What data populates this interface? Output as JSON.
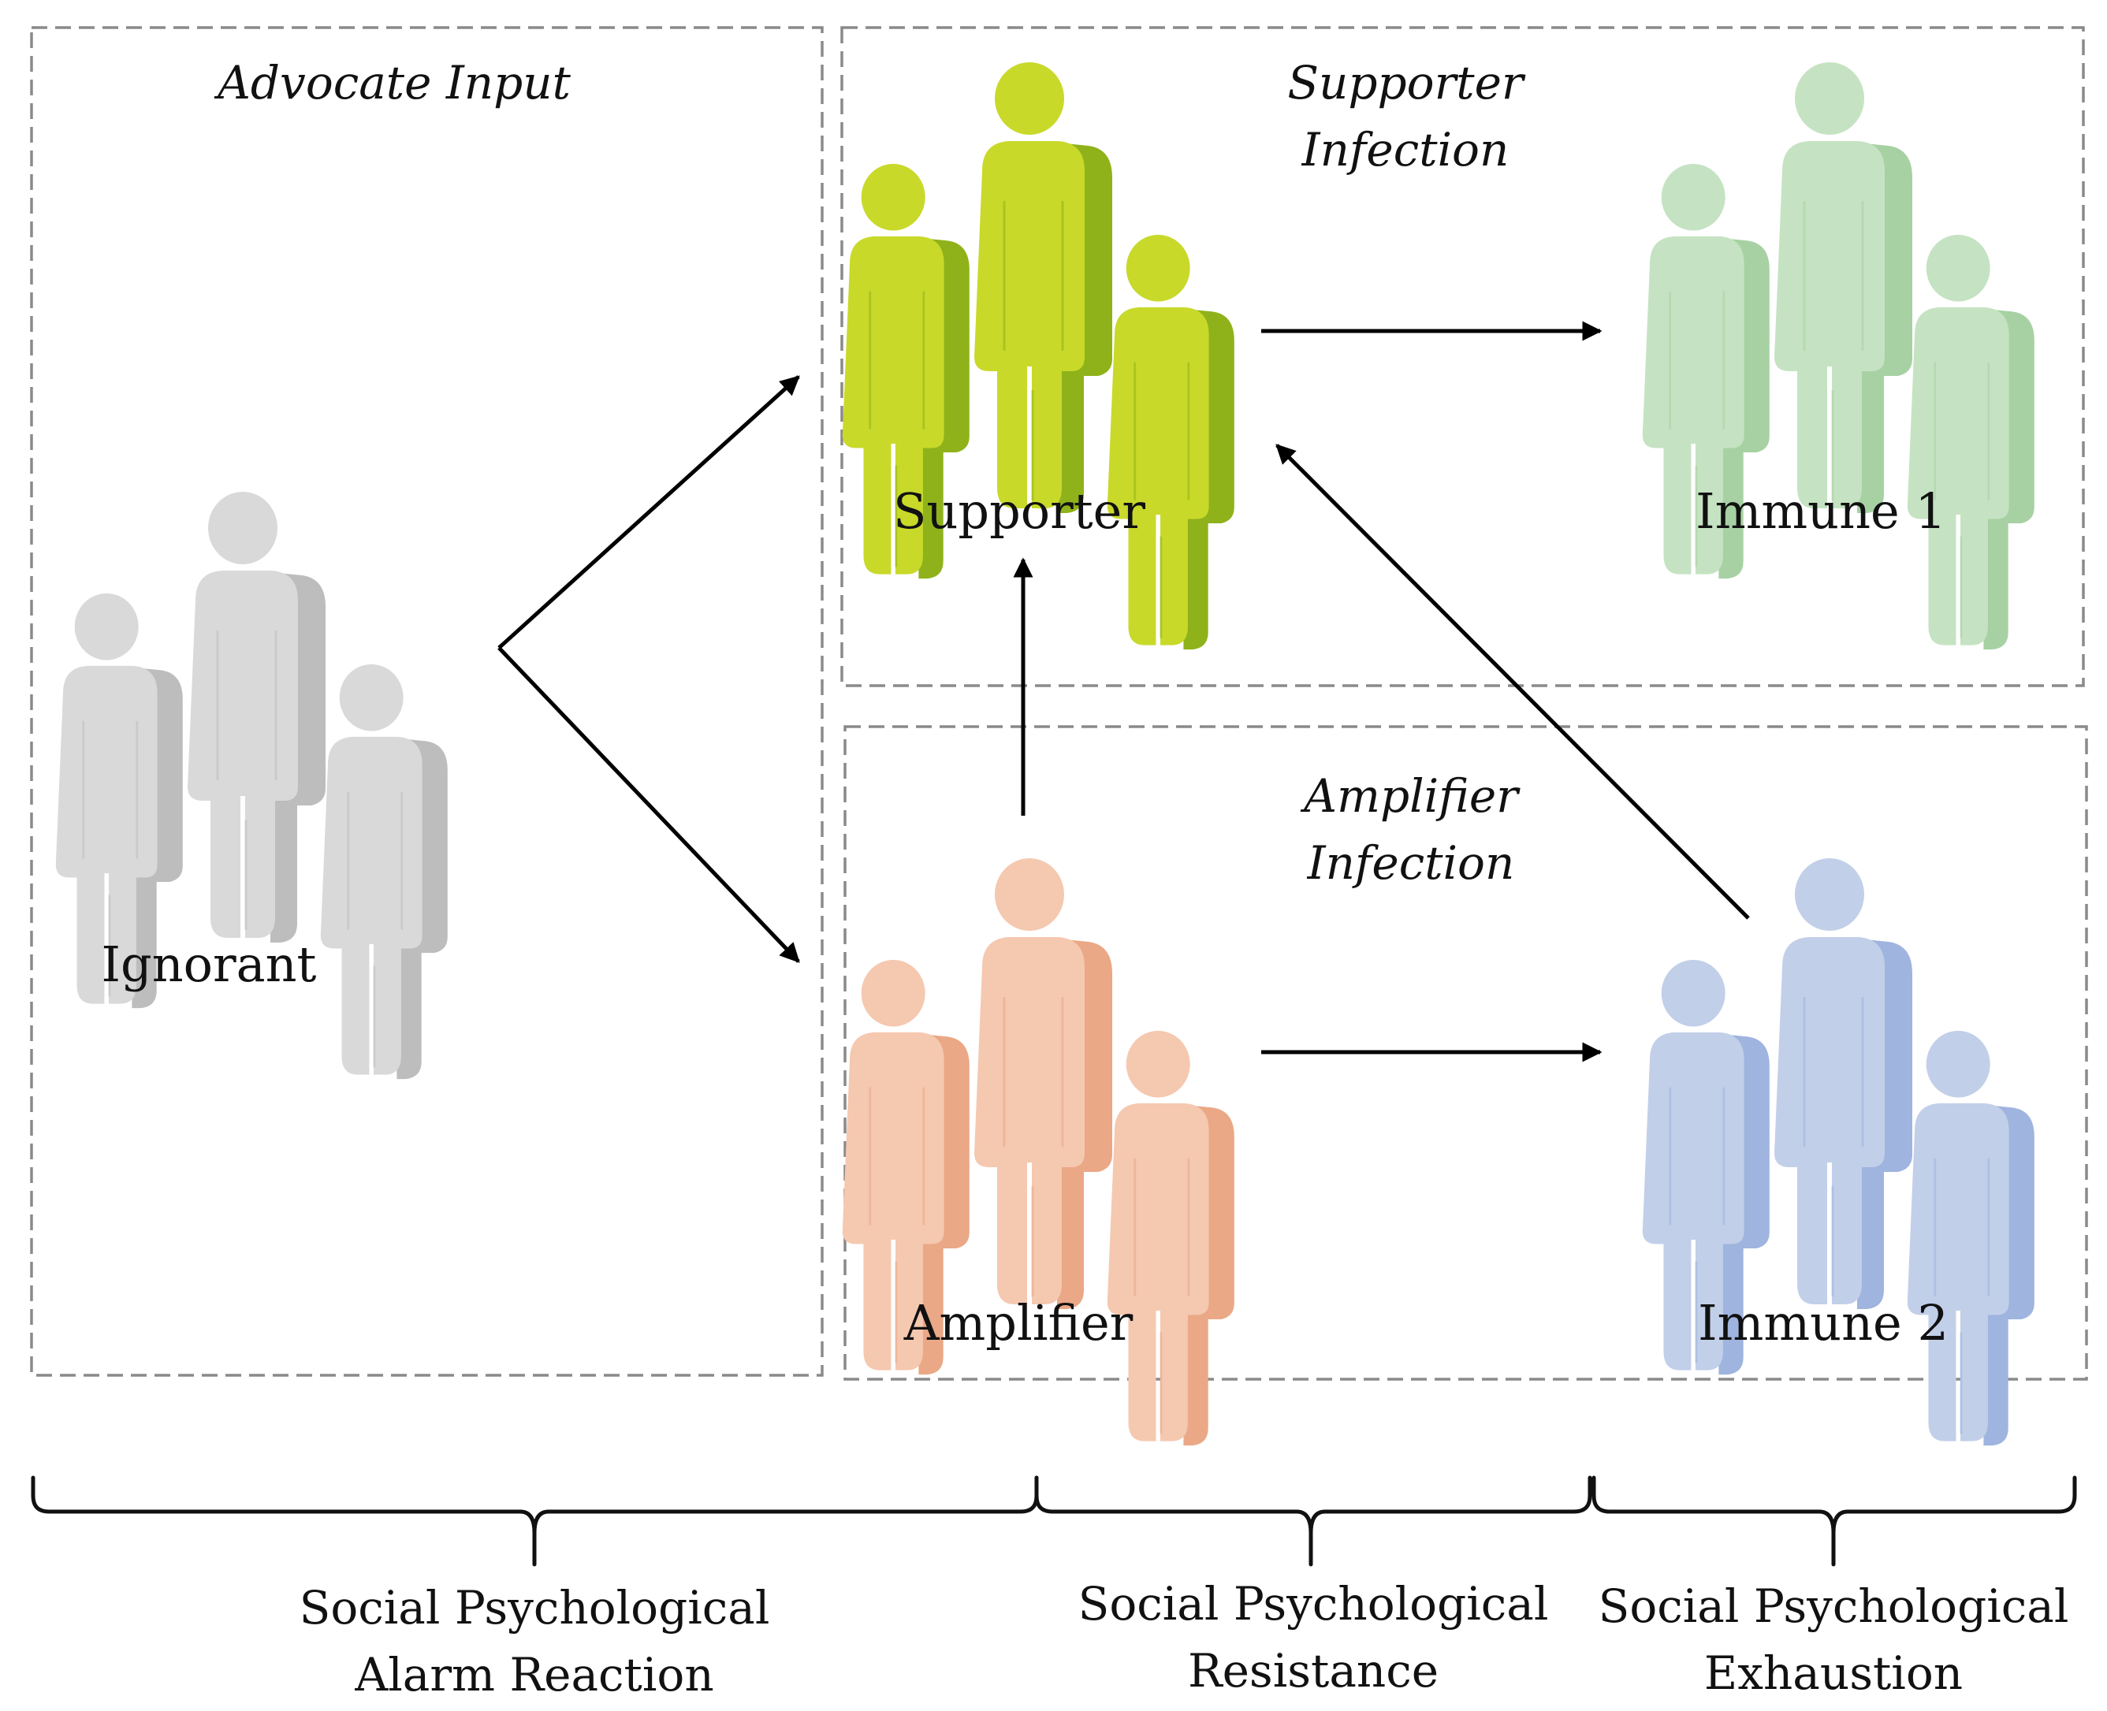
{
  "groups": {
    "advocate_input": {
      "title": "Advocate Input"
    },
    "supporter_infection": {
      "title_line1": "Supporter",
      "title_line2": "Infection"
    },
    "amplifier_infection": {
      "title_line1": "Amplifier",
      "title_line2": "Infection"
    }
  },
  "nodes": {
    "ignorant": {
      "label": "Ignorant",
      "color": "#d9d9d9",
      "shade": "#bdbdbd"
    },
    "supporter": {
      "label": "Supporter",
      "color": "#c8d92a",
      "shade": "#8fb21a"
    },
    "immune1": {
      "label": "Immune 1",
      "color": "#c5e3c2",
      "shade": "#a7d1a3"
    },
    "amplifier": {
      "label": "Amplifier",
      "color": "#f5c8b0",
      "shade": "#eaa886"
    },
    "immune2": {
      "label": "Immune 2",
      "color": "#c2cfe9",
      "shade": "#9fb4de"
    }
  },
  "phases": [
    {
      "line1": "Social Psychological",
      "line2": "Alarm Reaction"
    },
    {
      "line1": "Social Psychological",
      "line2": "Resistance"
    },
    {
      "line1": "Social Psychological",
      "line2": "Exhaustion"
    }
  ],
  "edges": [
    {
      "from": "Ignorant",
      "to": "Supporter"
    },
    {
      "from": "Ignorant",
      "to": "Amplifier"
    },
    {
      "from": "Amplifier",
      "to": "Supporter"
    },
    {
      "from": "Supporter",
      "to": "Immune 1"
    },
    {
      "from": "Amplifier",
      "to": "Immune 2"
    },
    {
      "from": "Immune 2",
      "to": "Supporter"
    }
  ]
}
